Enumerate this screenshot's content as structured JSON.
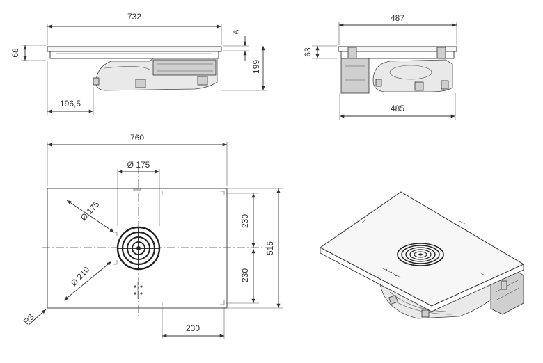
{
  "drawing": {
    "front_view": {
      "overall_width": "732",
      "glass_thickness": "6",
      "total_height": "199",
      "top_height": "68",
      "offset": "196,5"
    },
    "side_view": {
      "top_width": "487",
      "bottom_width": "485",
      "height": "63"
    },
    "top_view": {
      "width": "760",
      "depth": "515",
      "half_depth_top": "230",
      "half_depth_bottom": "230",
      "bottom_offset": "230",
      "vent_diameter": "Ø 175",
      "zone_diameter_inner": "Ø 175",
      "zone_diameter_outer": "Ø 210",
      "corner_radius": "R3",
      "brand_mark": "BORA"
    }
  }
}
